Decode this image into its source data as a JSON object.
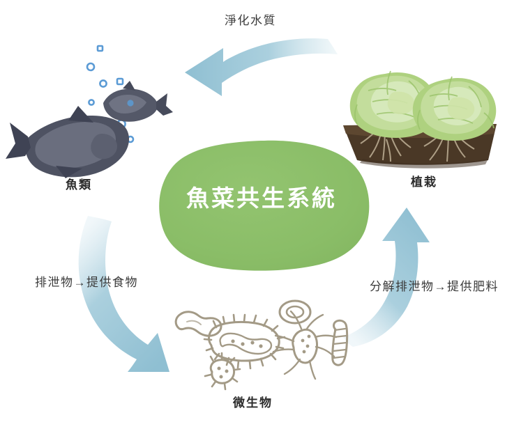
{
  "diagram": {
    "title": "魚菜共生系統",
    "center_label": "魚菜共生系統",
    "background_color": "#ffffff",
    "center_blob_color": "#8dbf6a",
    "arrow_color": "#a2c9d9",
    "nodes": [
      {
        "id": "fish",
        "label": "魚類",
        "illustration": "fish-icon",
        "colors": {
          "body_dark": "#4b4f60",
          "body_mid": "#6a6e7e",
          "fin": "#3f4354",
          "bubble": "#5b9bd5"
        }
      },
      {
        "id": "plants",
        "label": "植栽",
        "illustration": "lettuce-bed-icon",
        "colors": {
          "leaf_light": "#cfe3a8",
          "leaf_mid": "#aed17f",
          "leaf_dark": "#8fbc63",
          "soil": "#4a3826",
          "soil_light": "#6b5437",
          "root": "#b4a58c"
        }
      },
      {
        "id": "microbes",
        "label": "微生物",
        "illustration": "microbes-icon",
        "colors": {
          "outline": "#a39a86"
        }
      }
    ],
    "arrows": [
      {
        "id": "arrow-purify",
        "label": "淨化水質",
        "from": "plants",
        "to": "fish"
      },
      {
        "id": "arrow-excrement",
        "label": "排泄物→提供食物",
        "from": "fish",
        "to": "microbes"
      },
      {
        "id": "arrow-decompose",
        "label": "分解排泄物→提供肥料",
        "from": "microbes",
        "to": "plants"
      }
    ]
  },
  "chart_data": {
    "type": "diagram",
    "title": "魚菜共生系統",
    "nodes": [
      "魚類",
      "植栽",
      "微生物"
    ],
    "edges": [
      {
        "from": "植栽",
        "to": "魚類",
        "label": "淨化水質"
      },
      {
        "from": "魚類",
        "to": "微生物",
        "label": "排泄物→提供食物"
      },
      {
        "from": "微生物",
        "to": "植栽",
        "label": "分解排泄物→提供肥料"
      }
    ]
  }
}
